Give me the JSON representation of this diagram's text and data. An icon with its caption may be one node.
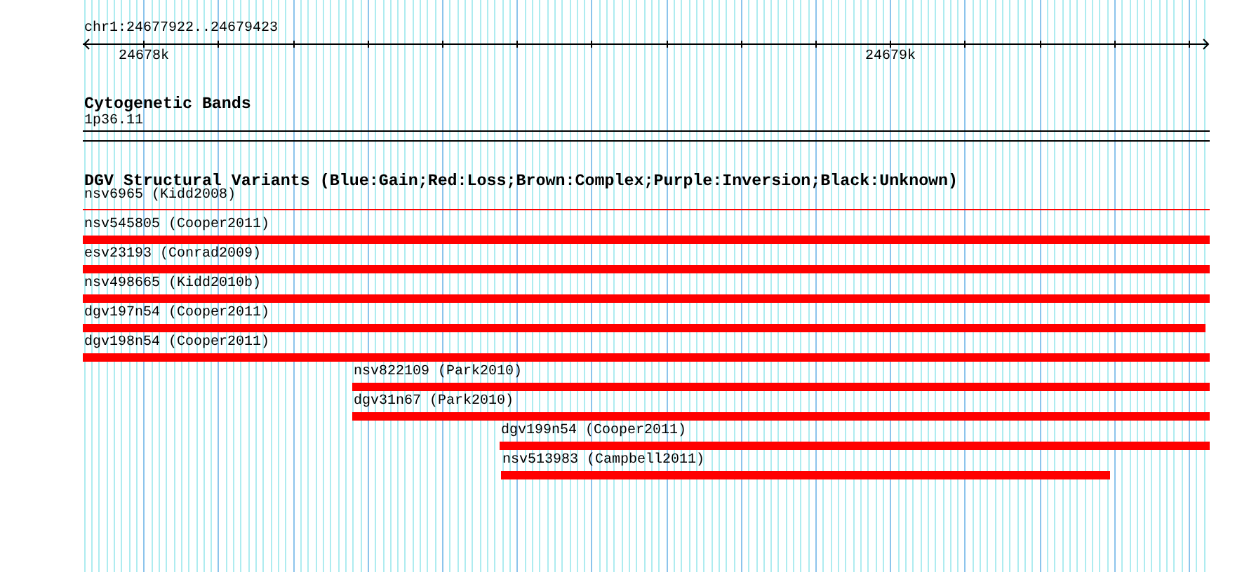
{
  "diagram": {
    "nodes": [
      {
        "text": [
          "1p36.11"
        ]
      },
      {
        "text": [
          "nsv6965 (Kidd2008)"
        ]
      },
      {
        "text": [
          "nsv545805 (Cooper2011)"
        ]
      },
      {
        "text": [
          "esv23193 (Conrad2009)"
        ]
      },
      {
        "text": [
          "nsv498665 (Kidd2010b)"
        ]
      },
      {
        "text": [
          "dgv197n54 (Cooper2011)"
        ]
      },
      {
        "text": [
          "dgv198n54 (Cooper2011)"
        ]
      },
      {
        "text": [
          "nsv822109 (Park2010)"
        ]
      },
      {
        "text": [
          "dgv31n67 (Park2010)"
        ]
      },
      {
        "text": [
          "dgv199n54 (Cooper2011)"
        ]
      },
      {
        "text": [
          "nsv513983 (Campbell2011)"
        ]
      }
    ],
    "labels": [
      "chr1:24677922..24679423",
      "24678k",
      "24679k",
      "Cytogenetic Bands",
      "DGV Structural Variants (Blue:Gain;Red:Loss;Brown:Complex;Purple:Inversion;Black:Unknown)"
    ]
  }
}
